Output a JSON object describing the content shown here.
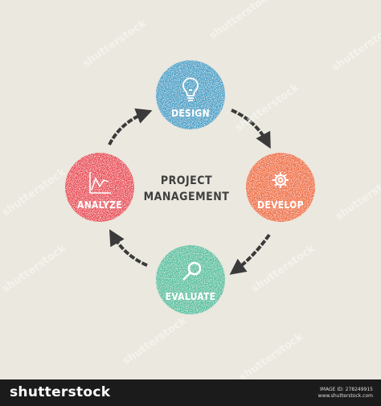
{
  "diagram": {
    "title_line1": "PROJECT",
    "title_line2": "MANAGEMENT",
    "nodes": [
      {
        "label": "DESIGN",
        "color": "#3e9fc6",
        "icon": "lightbulb-icon"
      },
      {
        "label": "DEVELOP",
        "color": "#ef6b34",
        "icon": "gear-icon"
      },
      {
        "label": "EVALUATE",
        "color": "#4dbf9c",
        "icon": "magnifier-icon"
      },
      {
        "label": "ANALYZE",
        "color": "#e9424d",
        "icon": "line-chart-icon"
      }
    ],
    "arrow_color": "#3a3a3a",
    "text_color": "#3f3f3f"
  },
  "footer": {
    "logo": "shutterstock",
    "image_id": "IMAGE ID: 278249915",
    "site": "www.shutterstock.com"
  },
  "watermark": "shutterstock"
}
